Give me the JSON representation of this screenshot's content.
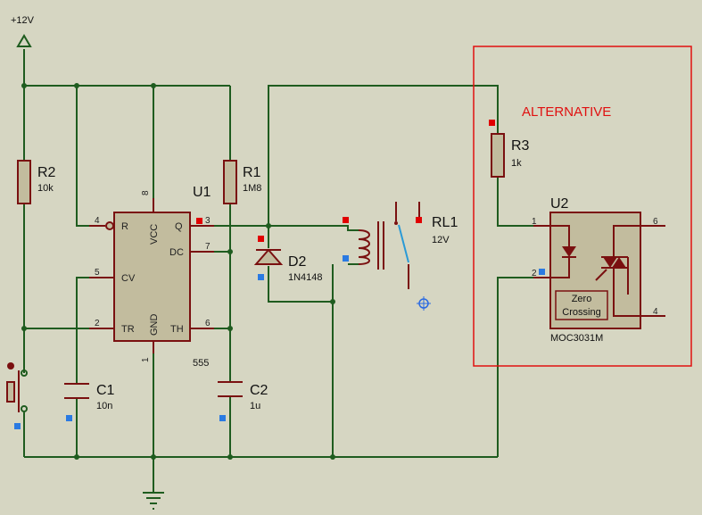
{
  "power": {
    "label": "+12V"
  },
  "alternative": {
    "label": "ALTERNATIVE"
  },
  "components": {
    "u1": {
      "ref": "U1",
      "value": "555",
      "pins": {
        "r": "R",
        "vcc": "VCC",
        "q": "Q",
        "dc": "DC",
        "cv": "CV",
        "tr": "TR",
        "gnd": "GND",
        "th": "TH"
      },
      "pin_numbers": {
        "p4": "4",
        "p8": "8",
        "p3": "3",
        "p7": "7",
        "p5": "5",
        "p2": "2",
        "p1": "1",
        "p6": "6"
      }
    },
    "r1": {
      "ref": "R1",
      "value": "1M8"
    },
    "r2": {
      "ref": "R2",
      "value": "10k"
    },
    "r3": {
      "ref": "R3",
      "value": "1k"
    },
    "c1": {
      "ref": "C1",
      "value": "10n"
    },
    "c2": {
      "ref": "C2",
      "value": "1u"
    },
    "d2": {
      "ref": "D2",
      "value": "1N4148"
    },
    "rl1": {
      "ref": "RL1",
      "value": "12V"
    },
    "u2": {
      "ref": "U2",
      "value": "MOC3031M",
      "zc_line1": "Zero",
      "zc_line2": "Crossing",
      "pin_numbers": {
        "p1": "1",
        "p2": "2",
        "p6": "6",
        "p4": "4"
      }
    }
  },
  "colors": {
    "background": "#d6d6c2",
    "wire": "#1f5c1f",
    "component": "#7a1010",
    "alternative_box": "#e01010"
  }
}
